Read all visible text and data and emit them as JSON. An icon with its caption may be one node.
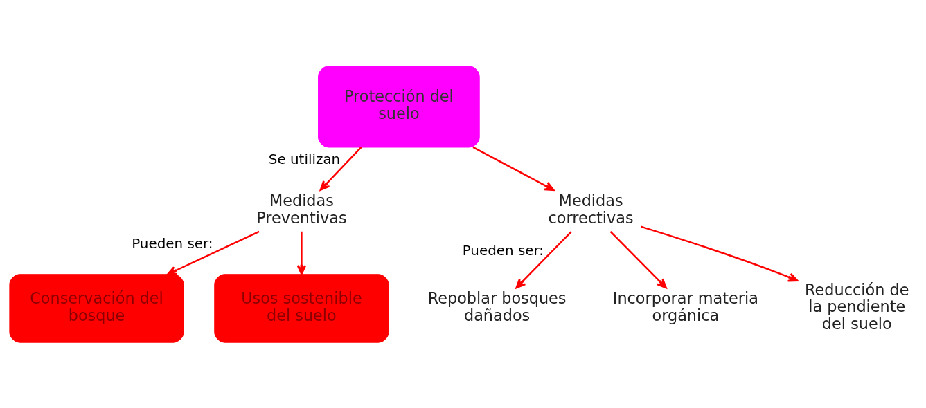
{
  "diagram": {
    "nodes": [
      {
        "text": [
          "Protección del suelo"
        ]
      },
      {
        "text": [
          "Medidas Preventivas"
        ]
      },
      {
        "text": [
          "Medidas correctivas"
        ]
      },
      {
        "text": [
          "Conservación del bosque"
        ]
      },
      {
        "text": [
          "Usos sostenible del suelo"
        ]
      },
      {
        "text": [
          "Repoblar bosques dañados"
        ]
      },
      {
        "text": [
          "Incorporar materia orgánica"
        ]
      },
      {
        "text": [
          "Reducción de la pendiente del suelo"
        ]
      }
    ],
    "edges": [
      {
        "from": 0,
        "to": 1,
        "arrow": "to",
        "label": "Se utilizan"
      },
      {
        "from": 0,
        "to": 2,
        "arrow": "to"
      },
      {
        "from": 1,
        "to": 3,
        "arrow": "to",
        "label": "Pueden ser:"
      },
      {
        "from": 1,
        "to": 4,
        "arrow": "to"
      },
      {
        "from": 2,
        "to": 5,
        "arrow": "to",
        "label": "Pueden ser:"
      },
      {
        "from": 2,
        "to": 6,
        "arrow": "to"
      },
      {
        "from": 2,
        "to": 7,
        "arrow": "to"
      }
    ]
  }
}
